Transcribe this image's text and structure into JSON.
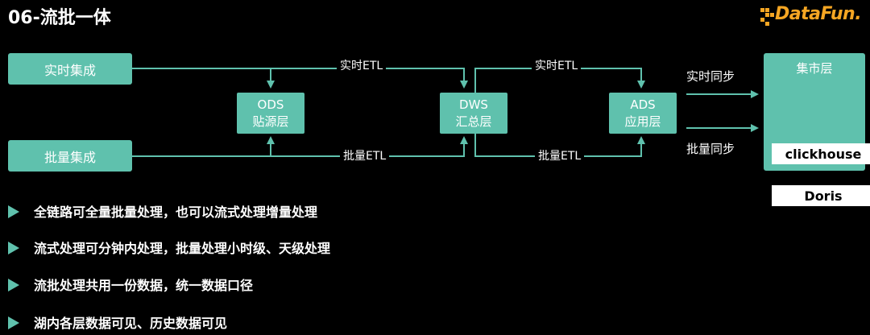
{
  "header": {
    "title": "06-流批一体",
    "logo_text": "DataFun."
  },
  "diagram": {
    "sources": {
      "realtime": "实时集成",
      "batch": "批量集成"
    },
    "layers": {
      "ods": {
        "name": "ODS",
        "desc": "贴源层"
      },
      "dws": {
        "name": "DWS",
        "desc": "汇总层"
      },
      "ads": {
        "name": "ADS",
        "desc": "应用层"
      }
    },
    "flow_labels": {
      "realtime_etl_1": "实时ETL",
      "realtime_etl_2": "实时ETL",
      "batch_etl_1": "批量ETL",
      "batch_etl_2": "批量ETL"
    },
    "sync_labels": {
      "realtime": "实时同步",
      "batch": "批量同步"
    },
    "mart": {
      "title": "集市层",
      "engines": [
        "clickhouse",
        "Doris"
      ]
    },
    "colors": {
      "accent": "#5fc1ad",
      "background": "#000000",
      "logo": "#f5a623"
    }
  },
  "bullets": [
    "全链路可全量批量处理，也可以流式处理增量处理",
    "流式处理可分钟内处理，批量处理小时级、天级处理",
    "流批处理共用一份数据，统一数据口径",
    "湖内各层数据可见、历史数据可见"
  ]
}
